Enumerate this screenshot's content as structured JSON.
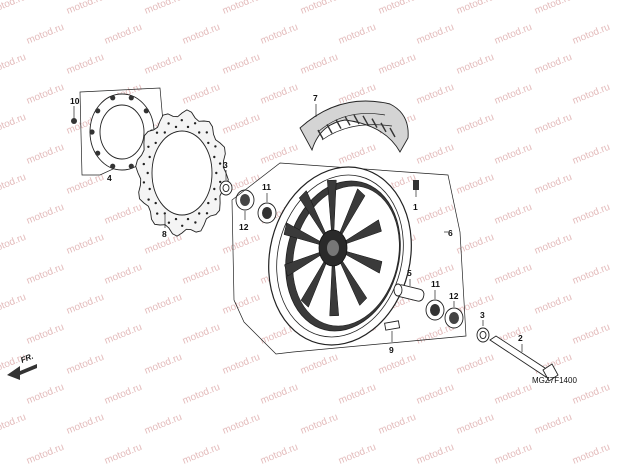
{
  "watermark": "motod.ru",
  "diagram_code": "MGZ7F1400",
  "front_arrow_label": "FR.",
  "callouts": [
    "1",
    "2",
    "3",
    "3",
    "4",
    "5",
    "6",
    "7",
    "8",
    "9",
    "10",
    "11",
    "11",
    "12",
    "12"
  ],
  "colors": {
    "line": "#222222",
    "watermark": "#e4bcbc",
    "dark_part": "#2a2a2a",
    "tire": "#bdbdbd"
  }
}
